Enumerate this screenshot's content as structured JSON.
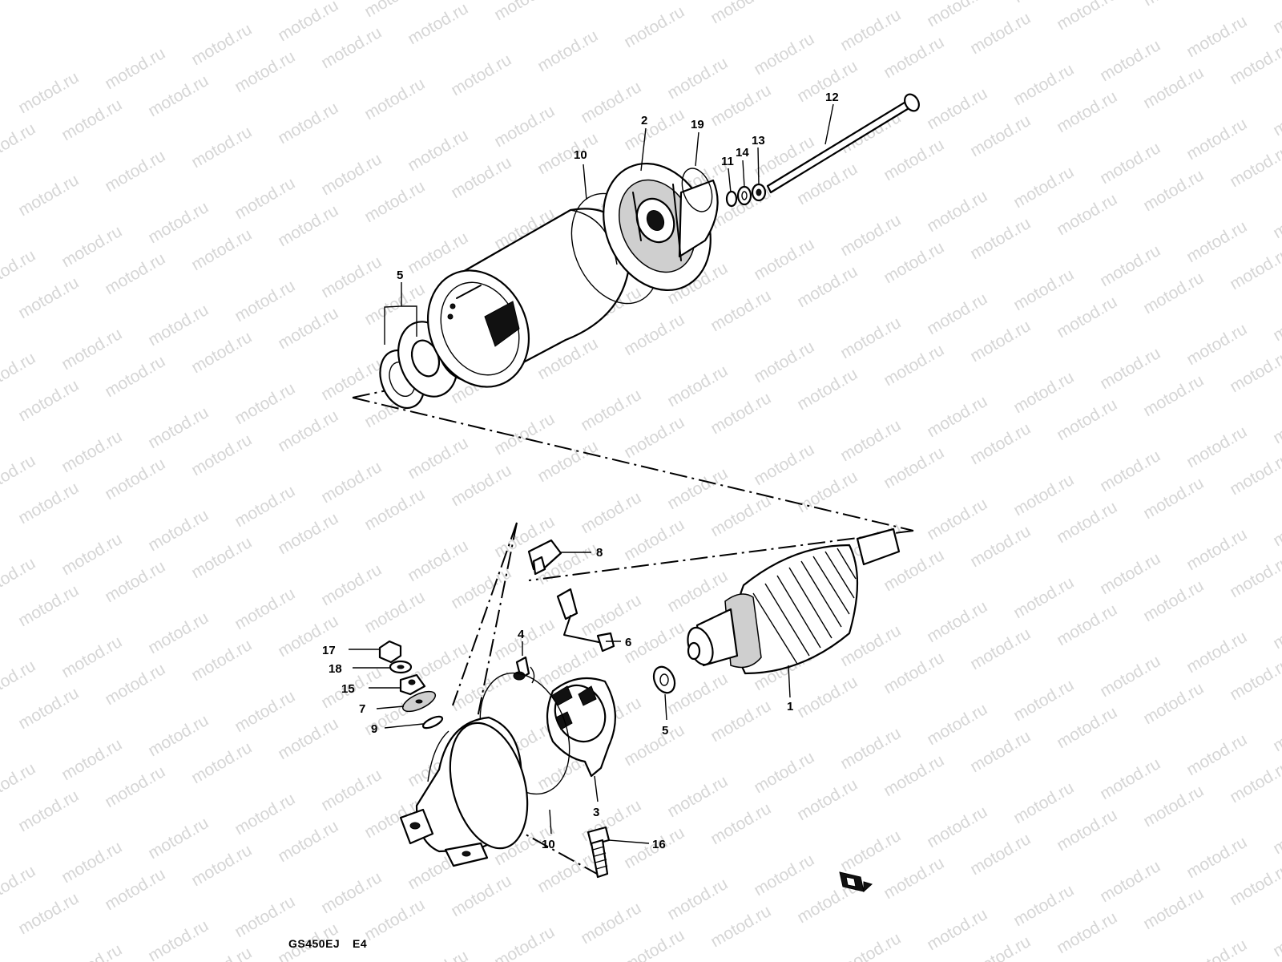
{
  "watermark": {
    "text": "motod.ru"
  },
  "caption": {
    "code": "GS450EJ",
    "figure": "E4"
  },
  "callouts": {
    "c1": "1",
    "c2": "2",
    "c3": "3",
    "c4": "4",
    "c5a": "5",
    "c5b": "5",
    "c6": "6",
    "c7": "7",
    "c8": "8",
    "c9": "9",
    "c10a": "10",
    "c10b": "10",
    "c11": "11",
    "c12": "12",
    "c13": "13",
    "c14": "14",
    "c15": "15",
    "c16": "16",
    "c17": "17",
    "c18": "18",
    "c19": "19"
  },
  "icons": {
    "reference_badge": "book-reference-icon"
  }
}
